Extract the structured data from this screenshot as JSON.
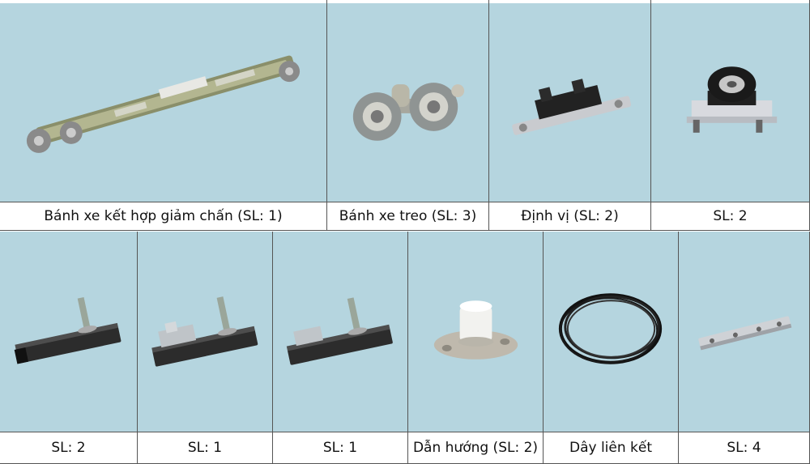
{
  "items": [
    {
      "caption": "Bánh xe kết hợp giảm chấn (SL: 1)",
      "icon": "damper-roller-track-icon"
    },
    {
      "caption": "Bánh xe treo (SL: 3)",
      "icon": "hanging-wheel-icon"
    },
    {
      "caption": "Định vị (SL: 2)",
      "icon": "positioner-bracket-icon"
    },
    {
      "caption": "SL: 2",
      "icon": "bottom-roller-icon"
    },
    {
      "caption": "SL: 2",
      "icon": "bolt-slider-icon"
    },
    {
      "caption": "SL: 1",
      "icon": "clip-slider-icon"
    },
    {
      "caption": "SL: 1",
      "icon": "clip-slider-small-icon"
    },
    {
      "caption": "Dẫn hướng (SL: 2)",
      "icon": "floor-guide-icon"
    },
    {
      "caption": "Dây liên kết",
      "icon": "connecting-wire-coil-icon"
    },
    {
      "caption": "SL: 4",
      "icon": "mounting-plate-icon"
    }
  ],
  "colors": {
    "photo_background": "#b5d5df",
    "caption_background": "#ffffff",
    "border": "#555555"
  }
}
